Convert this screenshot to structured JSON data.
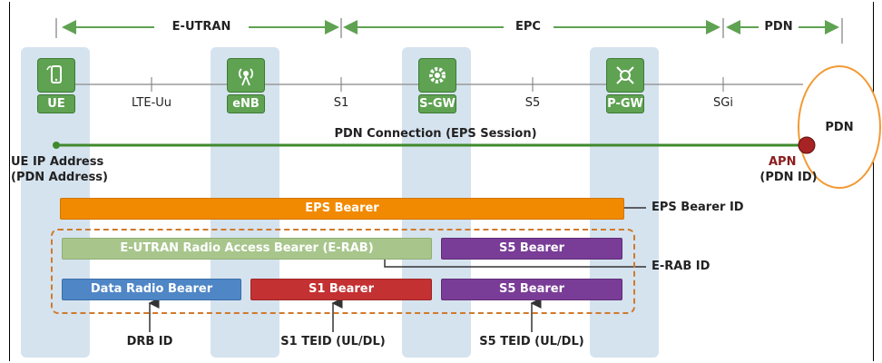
{
  "sections": {
    "eutran": "E-UTRAN",
    "epc": "EPC",
    "pdn": "PDN"
  },
  "nodes": {
    "ue": "UE",
    "enb": "eNB",
    "sgw": "S-GW",
    "pgw": "P-GW"
  },
  "interfaces": {
    "lte_uu": "LTE-Uu",
    "s1": "S1",
    "s5": "S5",
    "sgi": "SGi"
  },
  "pdn_cloud": "PDN",
  "pdn_connection": "PDN Connection (EPS Session)",
  "ue_ip": {
    "line1": "UE IP Address",
    "line2": "(PDN Address)"
  },
  "apn": {
    "line1": "APN",
    "line2": "(PDN ID)"
  },
  "bearers": {
    "eps": "EPS Bearer",
    "eps_id": "EPS Bearer ID",
    "erab": "E-UTRAN Radio Access Bearer (E-RAB)",
    "s5_top": "S5 Bearer",
    "erab_id": "E-RAB ID",
    "drb": "Data Radio Bearer",
    "s1": "S1 Bearer",
    "s5_bottom": "S5 Bearer"
  },
  "ids": {
    "drb_id": "DRB ID",
    "s1_teid": "S1 TEID (UL/DL)",
    "s5_teid": "S5 TEID (UL/DL)"
  },
  "colors": {
    "section_arrow": "#5fa252",
    "node_green": "#5fa252",
    "column_bg": "#d5e3ef",
    "eps_bearer": "#f18a00",
    "erab": "#a8c68c",
    "s5_bearer": "#7a3d97",
    "data_radio_bearer": "#4f86c6",
    "s1_bearer": "#c43132",
    "pdn_connection_line": "#3f8a2d",
    "apn_dot": "#a82323"
  },
  "icons": {
    "ue": "mobile-phone-icon",
    "enb": "antenna-icon",
    "sgw": "gear-icon",
    "pgw": "gateway-icon"
  }
}
